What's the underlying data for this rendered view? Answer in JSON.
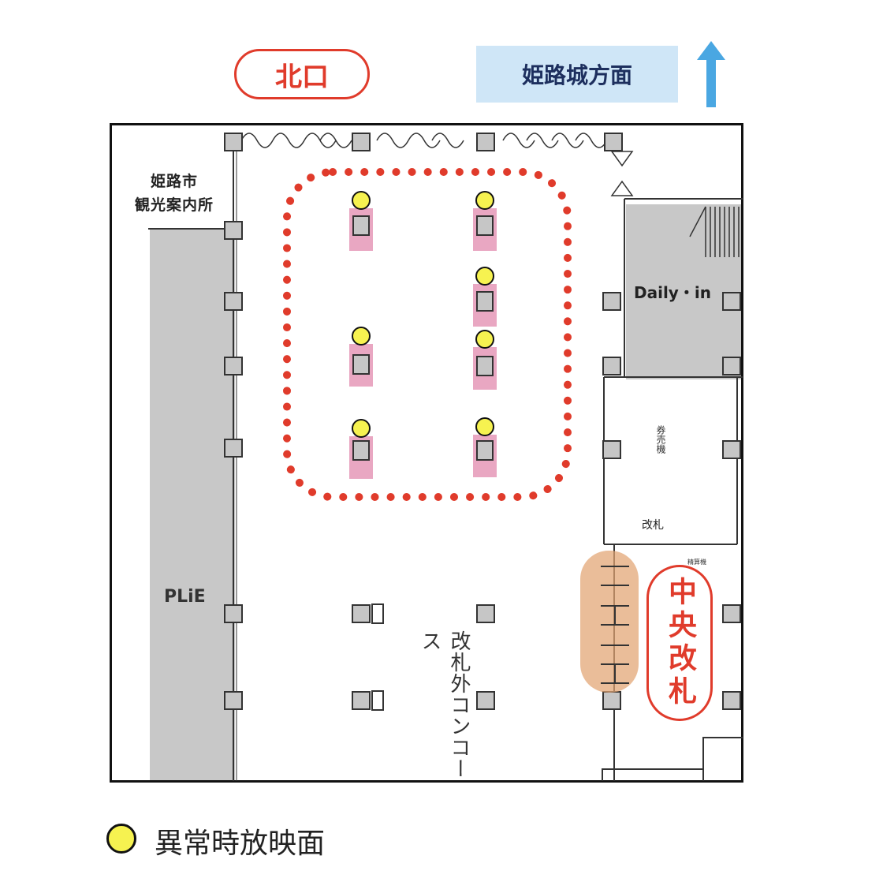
{
  "north_exit": {
    "label": "北口"
  },
  "direction": {
    "label": "姫路城方面",
    "arrow_color": "#4aa7e2"
  },
  "map": {
    "tourist_office": {
      "lines": [
        "姫路市",
        "観光案内所"
      ]
    },
    "plie_label": "PLiE",
    "daily_in_label": "Daily・in",
    "concourse_label": "改札外コンコース",
    "ticketing_label": "改札",
    "ticket_vending_label": "券売機",
    "small_label": "精算機"
  },
  "central_gate": {
    "label": "中央改札",
    "color": "#e03b2b"
  },
  "legend": {
    "label": "異常時放映面",
    "marker_color": "#f6f250"
  },
  "colors": {
    "accent_red": "#e03b2b",
    "screen_pink": "#e9a7c2",
    "pillar_gray": "#c6c6c6",
    "gate_highlight": "#e2a472"
  },
  "screens_count": 7
}
